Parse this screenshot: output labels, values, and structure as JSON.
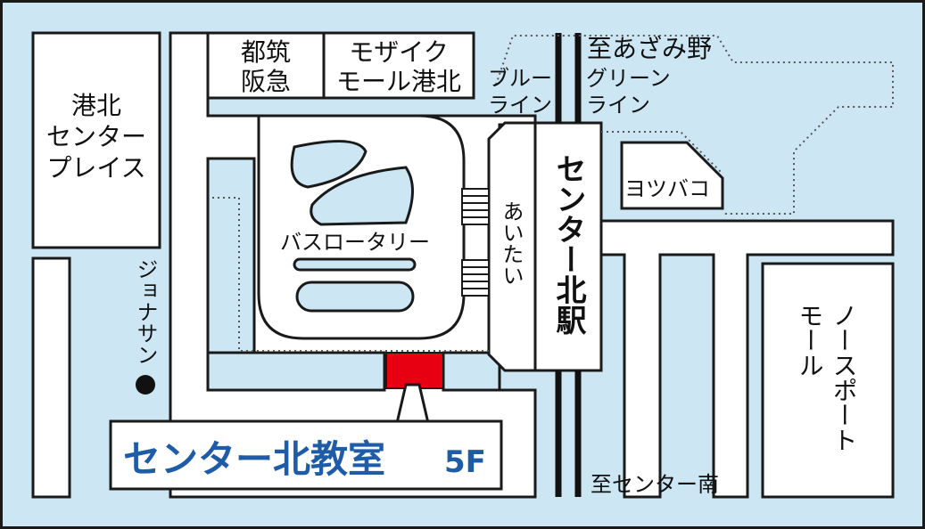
{
  "colors": {
    "background": "#cce6f4",
    "land": "#ffffff",
    "outline": "#1a1a1a",
    "dotted_path": "#555555",
    "highlight": "#e60012",
    "callout_text": "#1f5ca8",
    "rail": "#111111"
  },
  "labels": {
    "kohoku_center_place": [
      "港北",
      "センター",
      "プレイス"
    ],
    "tsuzuki_hankyu": [
      "都筑",
      "阪急"
    ],
    "mosaic_mall": [
      "モザイク",
      "モール港北"
    ],
    "blue_line": [
      "ブルー",
      "ライン"
    ],
    "green_line": [
      "グリーン",
      "ライン"
    ],
    "to_azamino": "至あざみ野",
    "yotsubako": "ヨツバコ",
    "bus_rotary": "バスロータリー",
    "aitai": "あいたい",
    "station_name": "センター北駅",
    "jonathan": "ジョナサン",
    "north_port_mall": [
      "ノースポート",
      "モール"
    ],
    "to_center_minami": "至センター南"
  },
  "callout": {
    "main": "センター北教室",
    "floor": "5F"
  },
  "icons": {
    "jonathan_marker": "filled-circle-marker",
    "classroom_marker": "red-rectangle-marker"
  }
}
